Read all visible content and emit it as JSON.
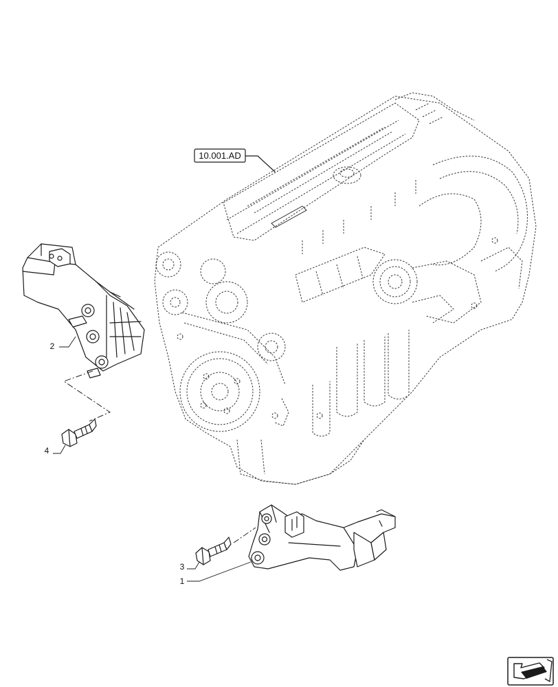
{
  "reference_label": "10.001.AD",
  "callouts": [
    {
      "id": "1",
      "label": "1"
    },
    {
      "id": "2",
      "label": "2"
    },
    {
      "id": "3",
      "label": "3"
    },
    {
      "id": "4",
      "label": "4"
    }
  ],
  "nav_icon": "next-page-arrow-icon"
}
